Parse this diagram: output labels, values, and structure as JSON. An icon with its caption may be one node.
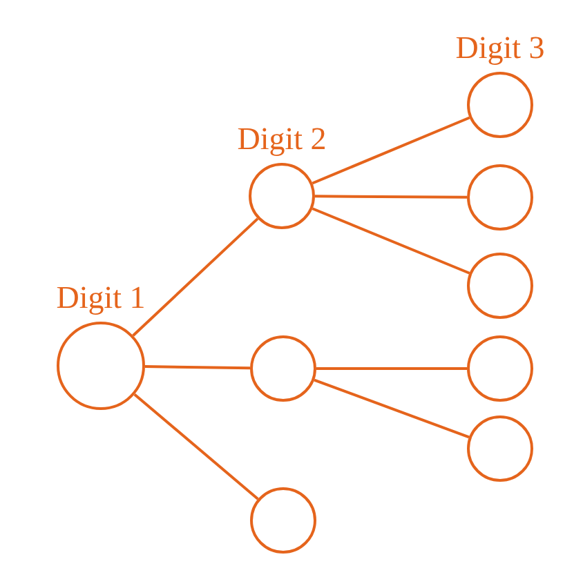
{
  "diagram": {
    "nodes": [
      {
        "text": [],
        "shape": "circle",
        "beside": [
          "Digit 1"
        ]
      },
      {
        "text": [],
        "shape": "circle",
        "beside": [
          "Digit 2"
        ]
      },
      {
        "text": [],
        "shape": "circle"
      },
      {
        "text": [],
        "shape": "circle"
      },
      {
        "text": [],
        "shape": "circle",
        "beside": [
          "Digit 3"
        ]
      },
      {
        "text": [],
        "shape": "circle"
      },
      {
        "text": [],
        "shape": "circle"
      },
      {
        "text": [],
        "shape": "circle"
      },
      {
        "text": [],
        "shape": "circle"
      }
    ],
    "edges": [
      {
        "from": 0,
        "to": 1,
        "arrow": "none"
      },
      {
        "from": 0,
        "to": 2,
        "arrow": "none"
      },
      {
        "from": 0,
        "to": 3,
        "arrow": "none"
      },
      {
        "from": 1,
        "to": 4,
        "arrow": "none"
      },
      {
        "from": 1,
        "to": 5,
        "arrow": "none"
      },
      {
        "from": 1,
        "to": 6,
        "arrow": "none"
      },
      {
        "from": 2,
        "to": 7,
        "arrow": "none"
      },
      {
        "from": 2,
        "to": 8,
        "arrow": "none"
      }
    ]
  }
}
